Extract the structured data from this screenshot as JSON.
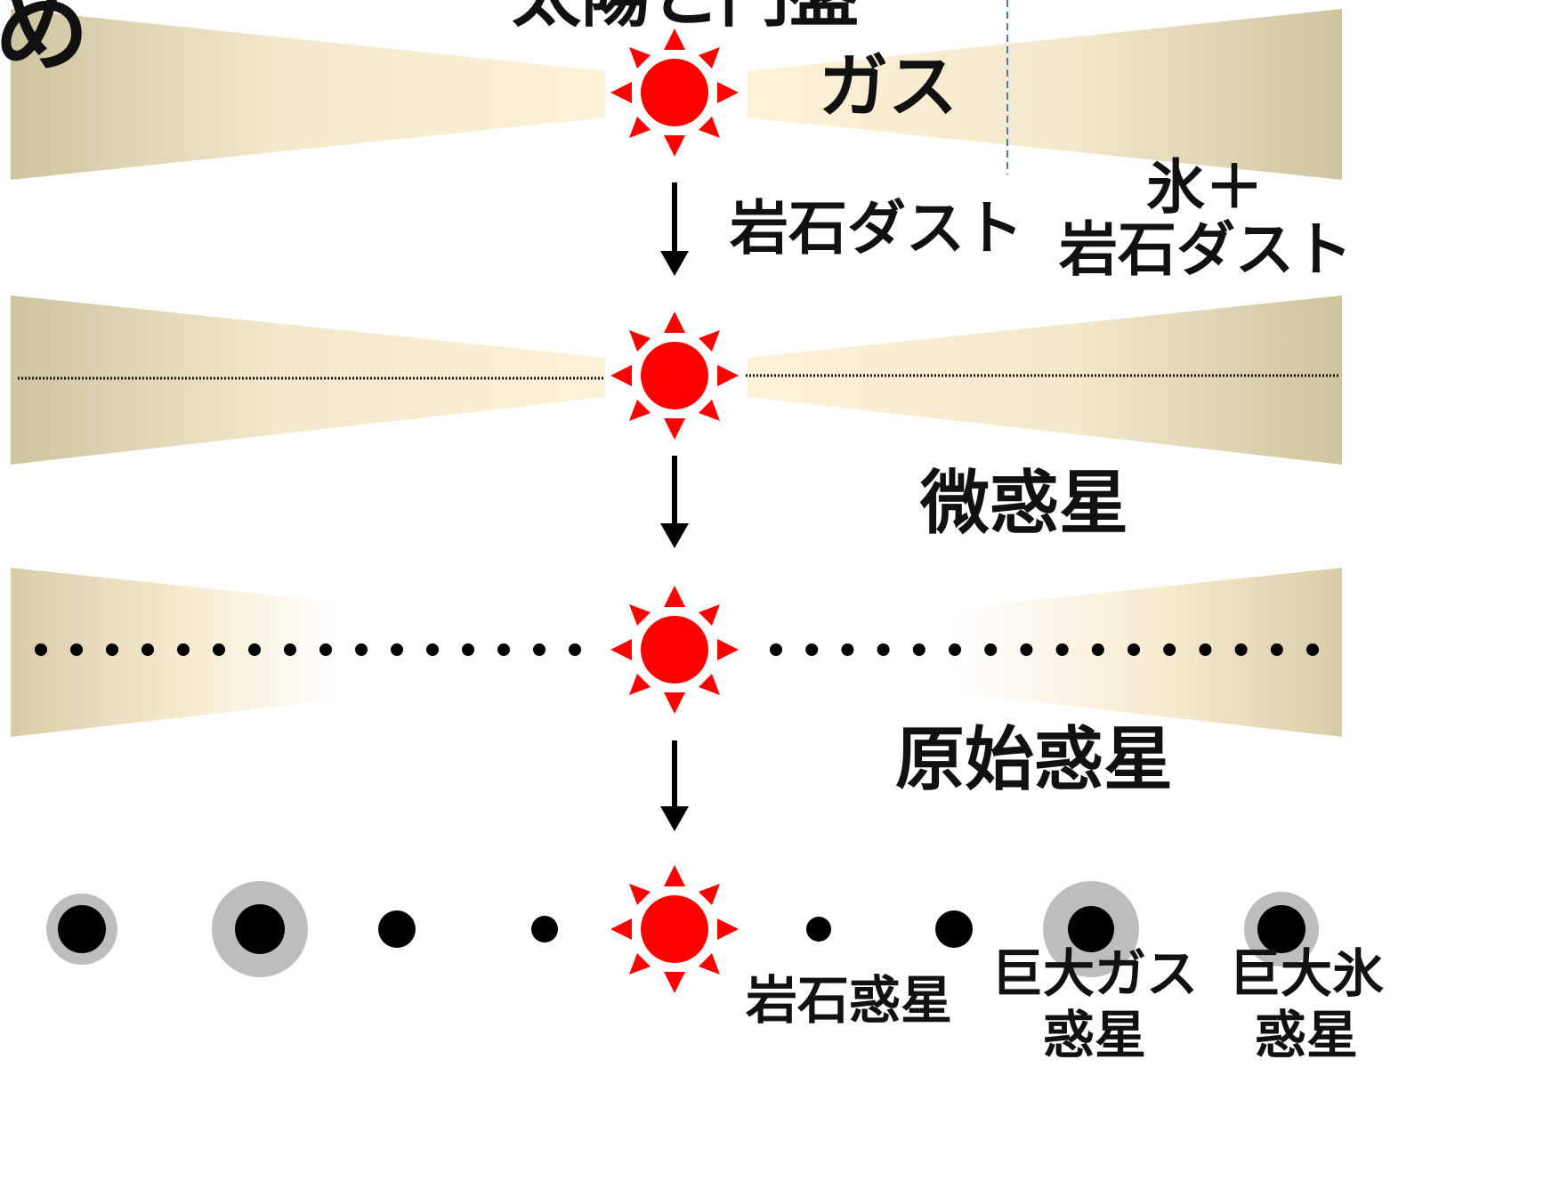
{
  "labels": {
    "top_title_partial": "太陽と円盤",
    "corner_partial": "め",
    "gas": "ガス",
    "rock_dust": "岩石ダスト",
    "ice_plus": "氷＋",
    "ice_rock_dust": "岩石ダスト",
    "planetesimals": "微惑星",
    "protoplanets": "原始惑星",
    "rocky_planets": "岩石惑星",
    "gas_giant_1": "巨大ガス",
    "gas_giant_2": "惑星",
    "ice_giant_1": "巨大氷",
    "ice_giant_2": "惑星"
  },
  "colors": {
    "sun": "#ff0000",
    "disk_light": "#fdf1d8",
    "disk_dark": "#cfc4a0",
    "planet": "#000000",
    "planet_halo": "#bdbdbd",
    "snow_line": "#4a7ab5"
  },
  "icons": [
    "sun-icon",
    "down-arrow-icon",
    "planet-icon"
  ]
}
